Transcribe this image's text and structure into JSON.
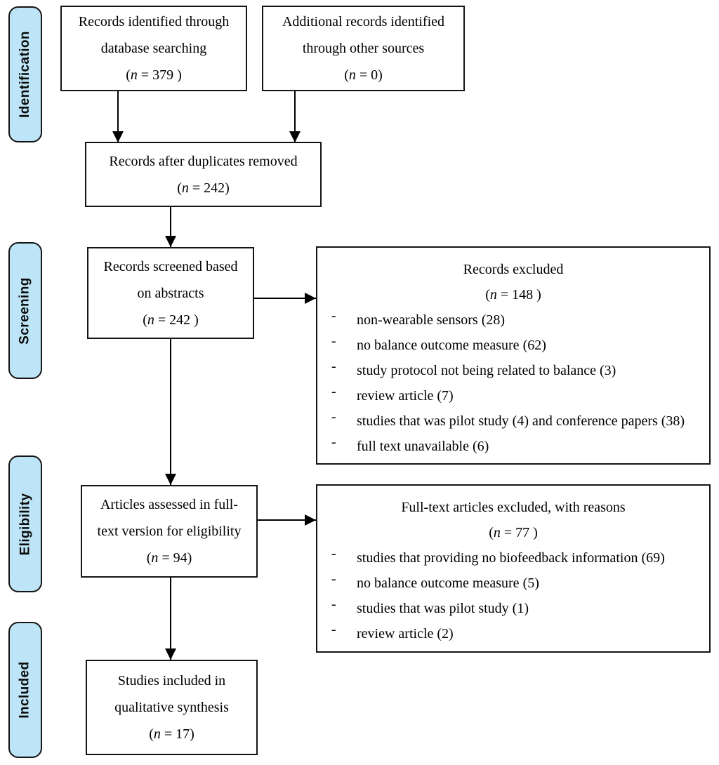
{
  "colors": {
    "stage_fill": "#bee5f7",
    "border": "#141414",
    "text": "#000000"
  },
  "stages": {
    "identification": "Identification",
    "screening": "Screening",
    "eligibility": "Eligibility",
    "included": "Included"
  },
  "boxes": {
    "records_identified": {
      "lines": [
        "Records identified through",
        "database searching"
      ],
      "count": "(n = 379 )"
    },
    "additional_records": {
      "lines": [
        "Additional records identified",
        "through other sources"
      ],
      "count": "(n = 0)"
    },
    "after_duplicates": {
      "lines": [
        "Records after duplicates removed"
      ],
      "count": "(n = 242)"
    },
    "records_screened": {
      "lines": [
        "Records screened based",
        "on abstracts"
      ],
      "count": "(n = 242 )"
    },
    "records_excluded": {
      "title": "Records excluded",
      "count": "(n = 148 )",
      "reasons": [
        "non-wearable sensors (28)",
        "no balance outcome measure (62)",
        "study protocol not being related to balance (3)",
        "review article (7)",
        "studies that was pilot study (4) and conference papers (38)",
        "full text unavailable (6)"
      ]
    },
    "fulltext_assessed": {
      "lines": [
        "Articles assessed in full-",
        "text version for eligibility"
      ],
      "count": "(n = 94)"
    },
    "fulltext_excluded": {
      "title": "Full-text articles excluded, with reasons",
      "count": "(n = 77 )",
      "reasons": [
        "studies that providing no biofeedback information (69)",
        "no balance outcome measure (5)",
        "studies that was pilot study (1)",
        "review article (2)"
      ]
    },
    "included_studies": {
      "lines": [
        "Studies included in",
        "qualitative synthesis"
      ],
      "count": "(n = 17)"
    }
  }
}
